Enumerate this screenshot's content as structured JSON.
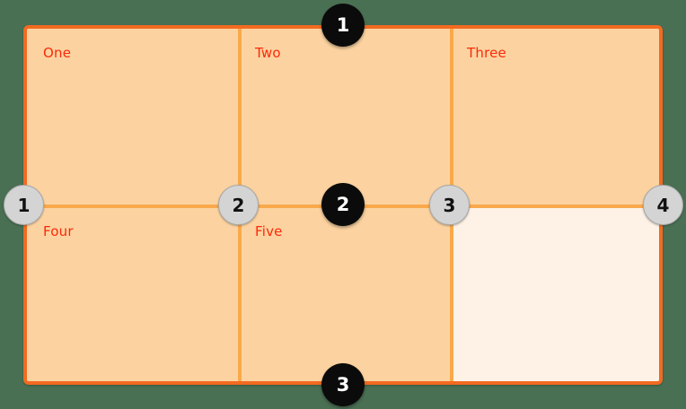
{
  "theme": {
    "background_color": "#4a7054",
    "panel_border_color": "#F26B21",
    "panel_fill_color": "#FCD3A0",
    "empty_fill_color": "#FDF2E5",
    "divider_color": "#F9A94B",
    "label_color": "#FA2A0A",
    "marker_dark_color": "#0B0B0B",
    "marker_dark_text_color": "#FFFFFF",
    "marker_grey_color": "#D4D4D4",
    "marker_grey_text_color": "#111111"
  },
  "grid": {
    "cells": [
      {
        "label": "One",
        "state": "filled",
        "row": 1,
        "col": 1
      },
      {
        "label": "Two",
        "state": "filled",
        "row": 1,
        "col": 2
      },
      {
        "label": "Three",
        "state": "filled",
        "row": 1,
        "col": 3
      },
      {
        "label": "Four",
        "state": "filled",
        "row": 2,
        "col": 1
      },
      {
        "label": "Five",
        "state": "filled",
        "row": 2,
        "col": 2
      },
      {
        "label": "",
        "state": "empty",
        "row": 2,
        "col": 3
      }
    ]
  },
  "markers": {
    "column_handles": [
      {
        "value": "1",
        "style": "grey"
      },
      {
        "value": "2",
        "style": "grey"
      },
      {
        "value": "3",
        "style": "grey"
      },
      {
        "value": "4",
        "style": "grey"
      }
    ],
    "edge_handles": [
      {
        "value": "1",
        "style": "dark",
        "position": "top"
      },
      {
        "value": "2",
        "style": "dark",
        "position": "center"
      },
      {
        "value": "3",
        "style": "dark",
        "position": "bottom"
      }
    ]
  }
}
